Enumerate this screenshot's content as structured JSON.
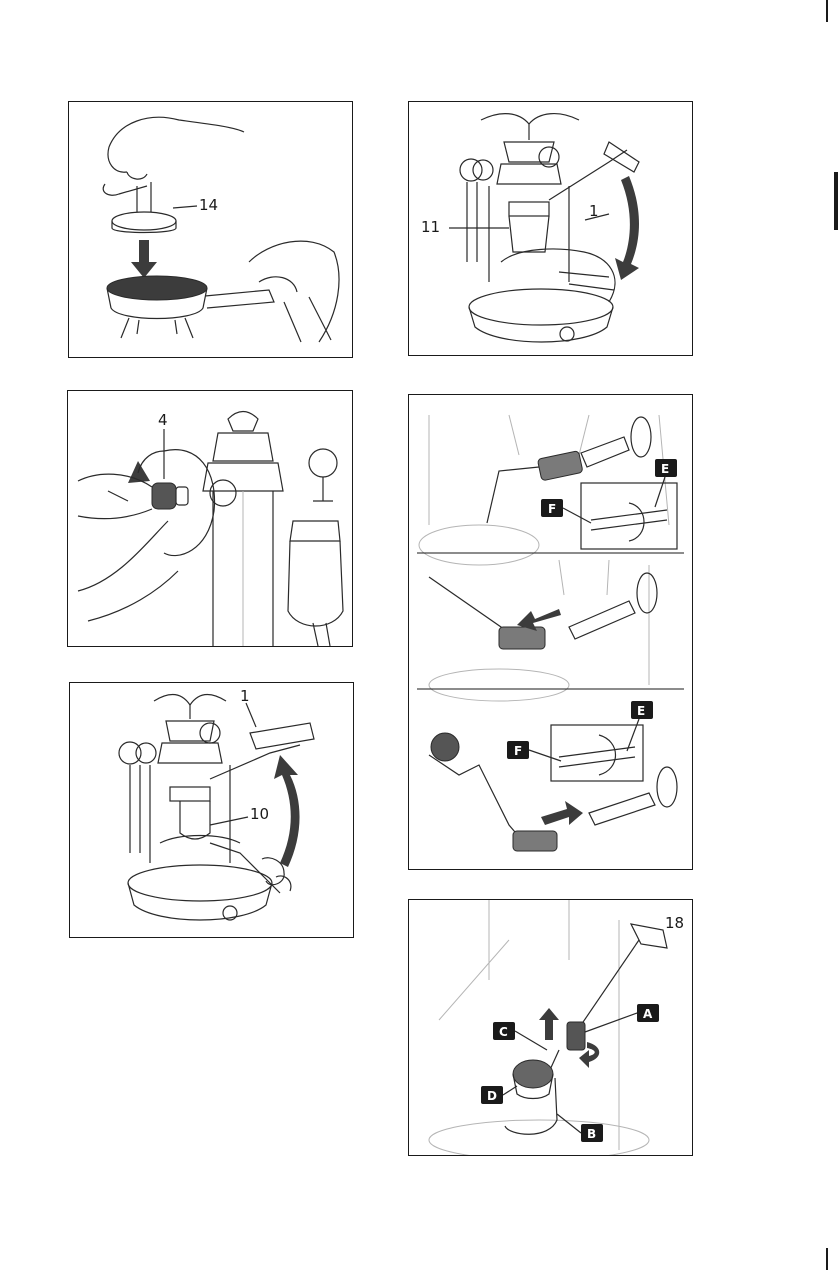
{
  "figures": {
    "tamp": {
      "callouts": [
        "14"
      ]
    },
    "lock_handle": {
      "callouts": [
        "11",
        "1"
      ]
    },
    "steam_knob": {
      "callouts": [
        "4"
      ]
    },
    "steam_wand": {
      "callouts": [
        "E",
        "F",
        "E",
        "F"
      ]
    },
    "brew": {
      "callouts": [
        "1",
        "10"
      ]
    },
    "frother": {
      "callouts": [
        "18",
        "A",
        "C",
        "D",
        "B"
      ]
    }
  },
  "icons": [
    "arrow-icon",
    "rotate-arrow-icon",
    "label-badge-icon"
  ],
  "colors": {
    "line": "#2a2a2a",
    "ghost": "#b5b5b5",
    "fill": "#7a7a7a",
    "badge": "#1a1a1a"
  }
}
